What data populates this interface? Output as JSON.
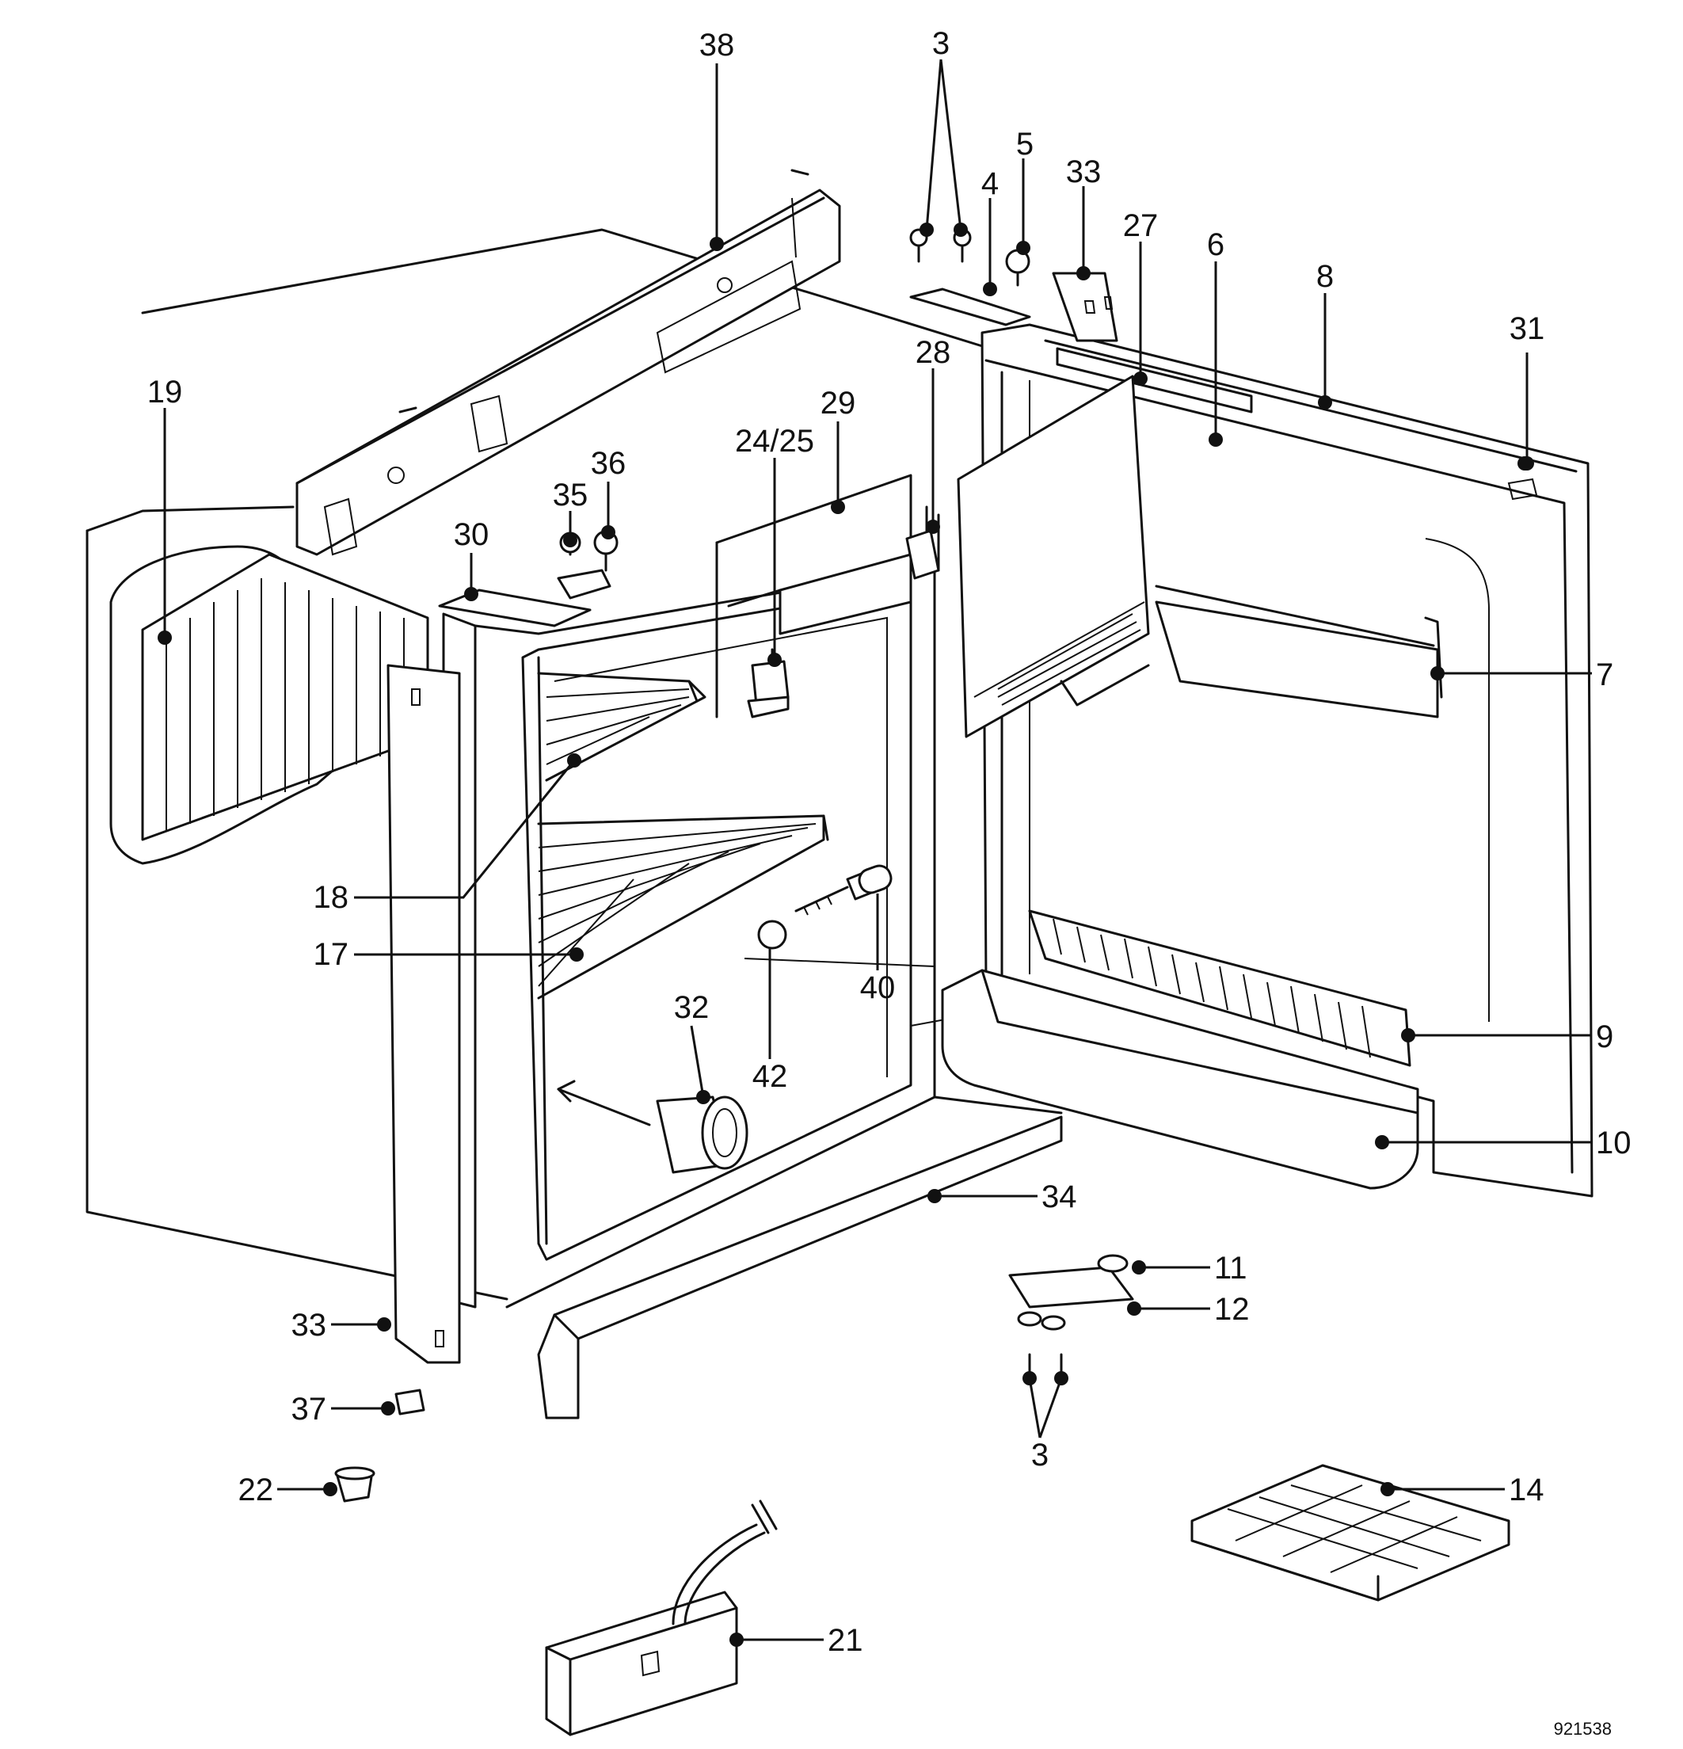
{
  "labels": {
    "p38": "38",
    "p3a": "3",
    "p5": "5",
    "p4": "4",
    "p33a": "33",
    "p27": "27",
    "p6": "6",
    "p8": "8",
    "p31": "31",
    "p19": "19",
    "p28": "28",
    "p29": "29",
    "p2425": "24/25",
    "p36": "36",
    "p35": "35",
    "p30": "30",
    "p7": "7",
    "p18": "18",
    "p17": "17",
    "p40": "40",
    "p32": "32",
    "p42": "42",
    "p9": "9",
    "p10": "10",
    "p34": "34",
    "p11": "11",
    "p12": "12",
    "p33b": "33",
    "p3b": "3",
    "p37": "37",
    "p22": "22",
    "p14": "14",
    "p21": "21"
  },
  "figure_code": "921538"
}
